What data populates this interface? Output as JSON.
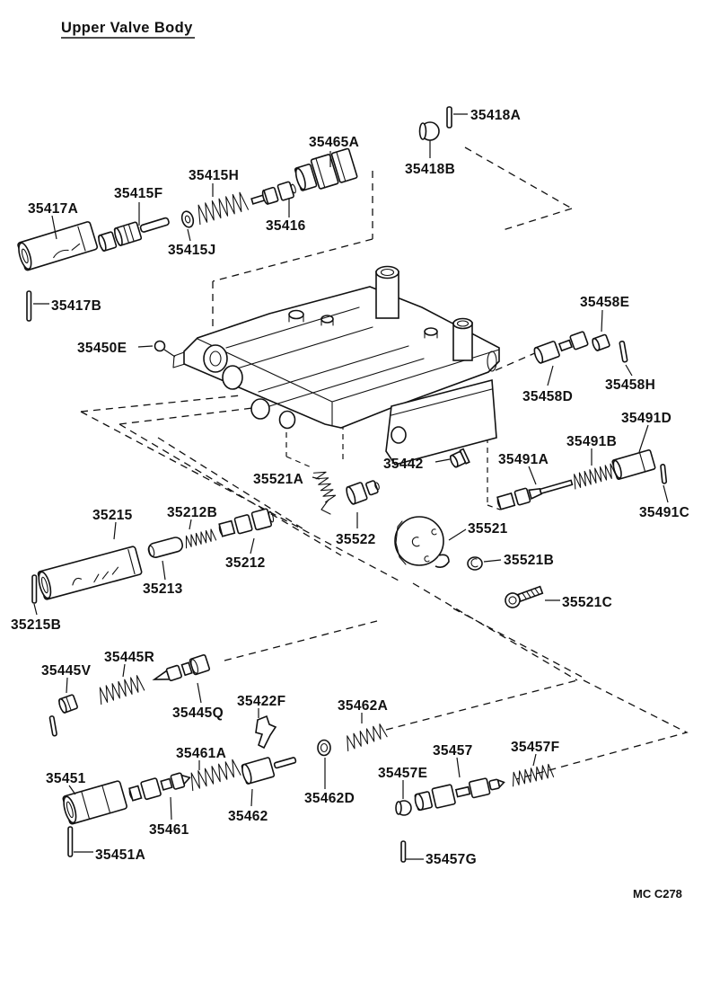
{
  "page": {
    "title": "Upper Valve Body",
    "doc_code": "MC C278"
  },
  "colors": {
    "ink": "#111111",
    "paper": "#ffffff"
  },
  "diagram": {
    "labels": {
      "35418A": "35418A",
      "35418B": "35418B",
      "35465A": "35465A",
      "35415H": "35415H",
      "35415F": "35415F",
      "35417A": "35417A",
      "35416": "35416",
      "35415J": "35415J",
      "35417B": "35417B",
      "35450E": "35450E",
      "35458E": "35458E",
      "35458D": "35458D",
      "35458H": "35458H",
      "35491D": "35491D",
      "35491B": "35491B",
      "35491A": "35491A",
      "35491C": "35491C",
      "35442": "35442",
      "35521A": "35521A",
      "35522": "35522",
      "35521": "35521",
      "35521B": "35521B",
      "35521C": "35521C",
      "35215": "35215",
      "35212B": "35212B",
      "35212": "35212",
      "35213": "35213",
      "35215B": "35215B",
      "35445V": "35445V",
      "35445R": "35445R",
      "35445Q": "35445Q",
      "35422F": "35422F",
      "35461A": "35461A",
      "35451": "35451",
      "35461": "35461",
      "35462": "35462",
      "35451A": "35451A",
      "35462A": "35462A",
      "35462D": "35462D",
      "35457E": "35457E",
      "35457": "35457",
      "35457F": "35457F",
      "35457G": "35457G"
    }
  }
}
